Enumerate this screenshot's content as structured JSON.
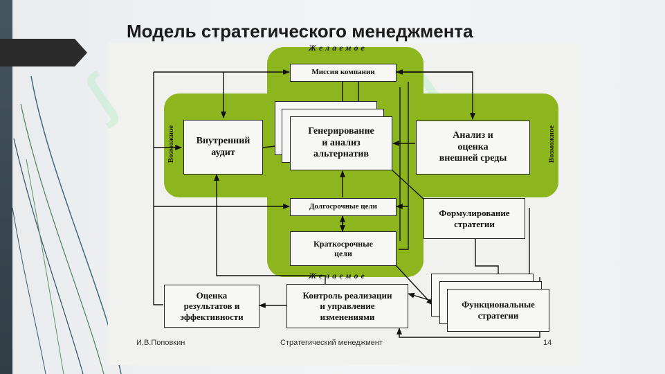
{
  "slide": {
    "title": "Модель стратегического менеджмента",
    "footer_author": "И.В.Поповкин",
    "footer_course": "Стратегический   менеджмент",
    "page_number": "14"
  },
  "diagram": {
    "zone_labels": {
      "top": "Желаемое",
      "bottom": "Желаемое",
      "left": "Возможное",
      "right": "Возможное"
    },
    "nodes": {
      "mission": "Миссия компании",
      "audit": "Внутренний\nаудит",
      "alternatives": "Генерирование\nи анализ\nальтернатив",
      "environment": "Анализ и\nоценка\nвнешней среды",
      "long_goals": "Долгосрочные цели",
      "formulation": "Формулирование\nстратегии",
      "short_goals": "Краткосрочные\nцели",
      "evaluation": "Оценка\nрезультатов и\nэффективности",
      "control": "Контроль реализации\nи управление\nизменениями",
      "functional": "Функциональные\nстратегии"
    }
  },
  "colors": {
    "green_zone": "#8db51e",
    "box_fill": "#f7f7f5",
    "line": "#111111"
  }
}
